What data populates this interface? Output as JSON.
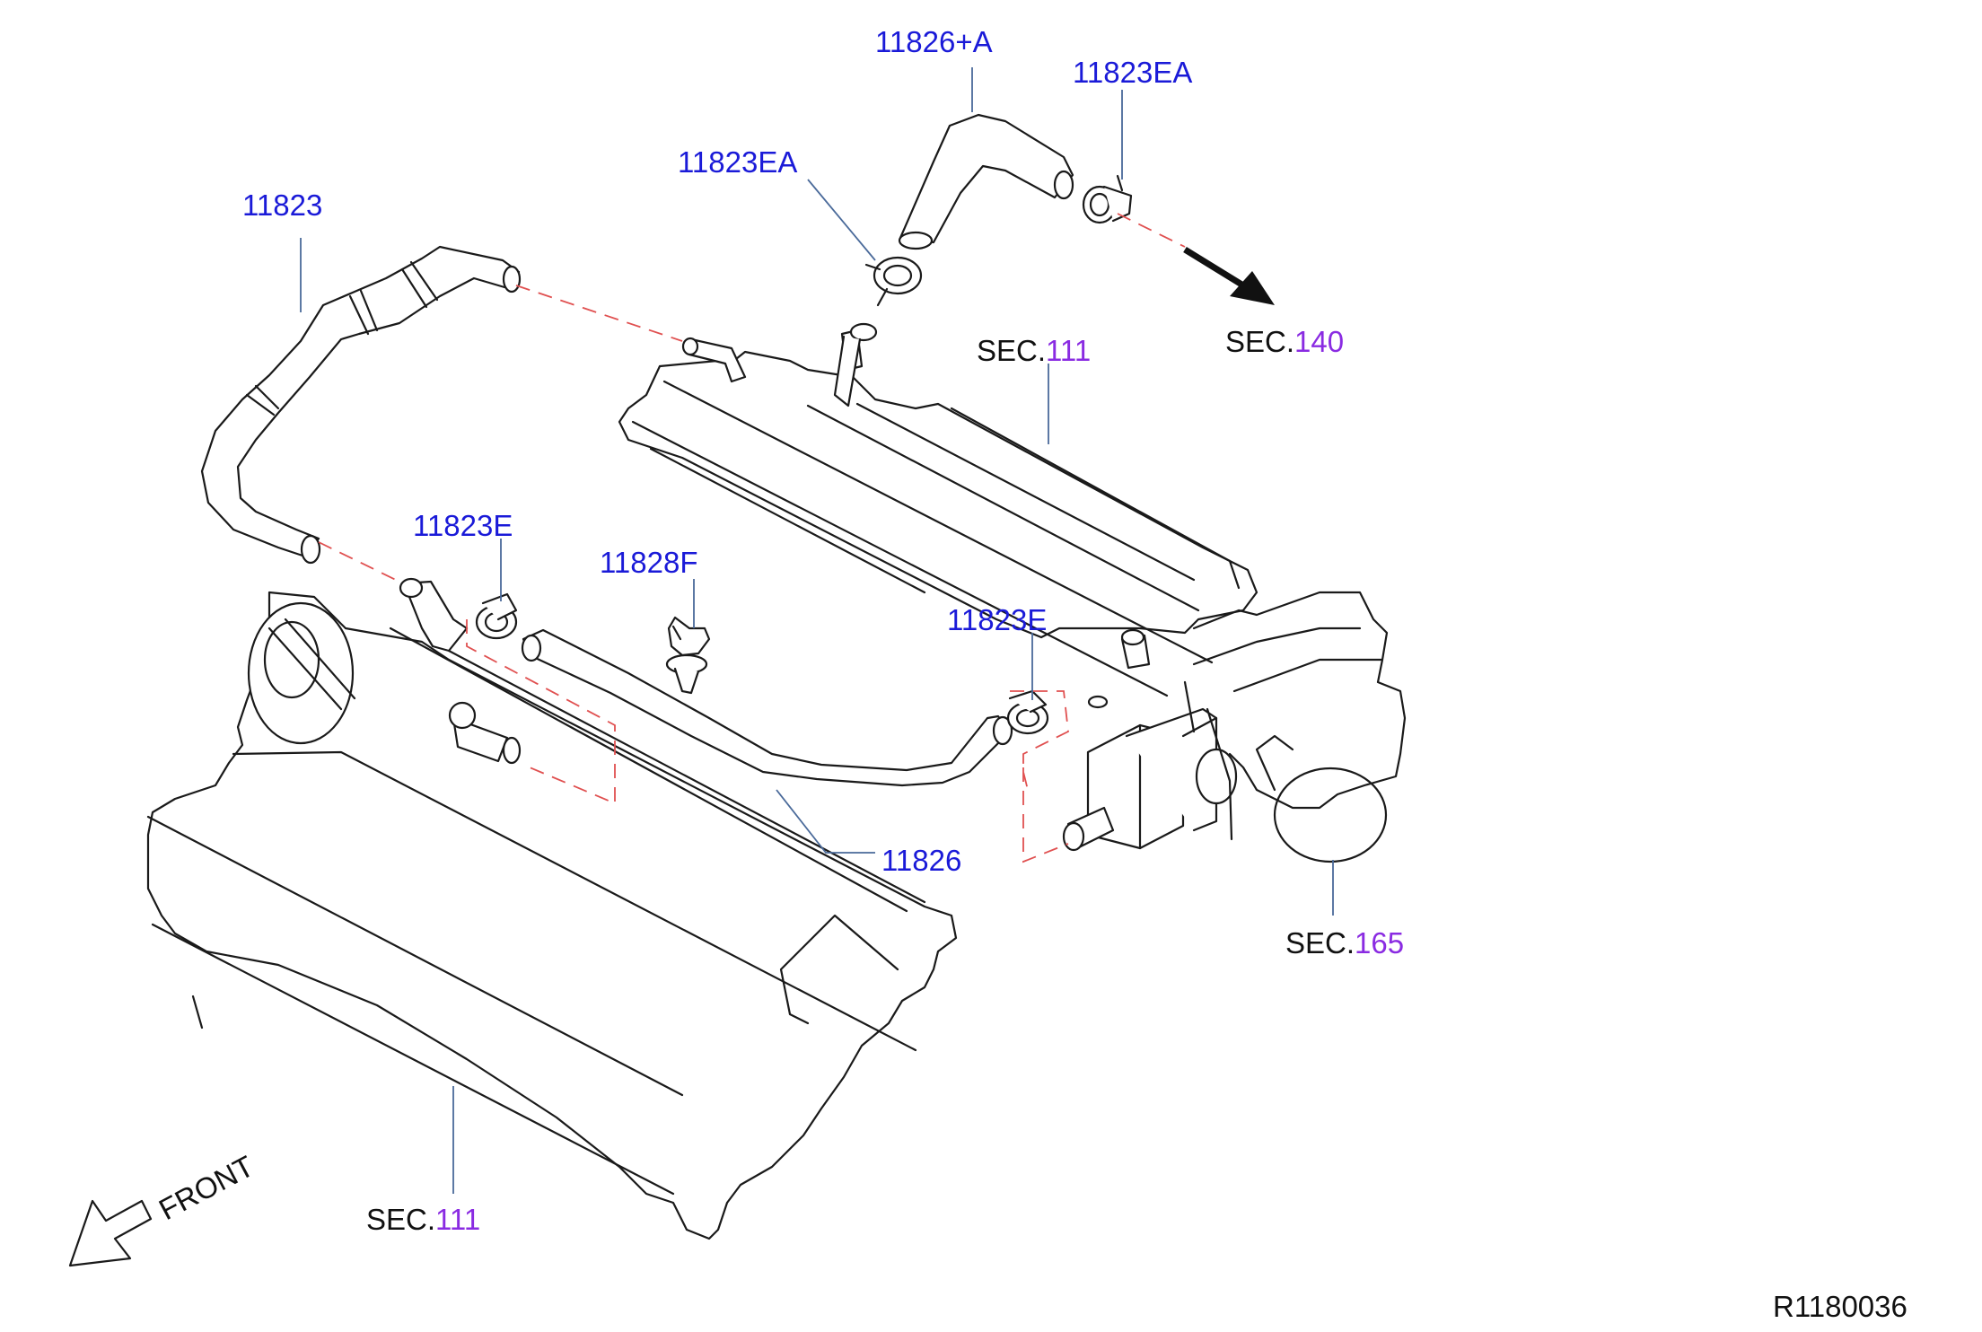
{
  "diagram_id": "R1180036",
  "front_label": "FRONT",
  "colors": {
    "part_number": "#1a1ad8",
    "section_prefix": "#111111",
    "section_number": "#8a2be2",
    "leader_line": "#4a6a9a",
    "dashed_connection": "#e05050",
    "outline": "#1a1a1a"
  },
  "part_labels": {
    "p1": "11826+A",
    "p2": "11823EA",
    "p3": "11823EA",
    "p4": "11823",
    "p5": "11823E",
    "p6": "11828F",
    "p7": "11823E",
    "p8": "11826"
  },
  "section_refs": {
    "s140": {
      "prefix": "SEC.",
      "number": "140"
    },
    "s111_top": {
      "prefix": "SEC.",
      "number": "111"
    },
    "s165": {
      "prefix": "SEC.",
      "number": "165"
    },
    "s111_bottom": {
      "prefix": "SEC.",
      "number": "111"
    }
  }
}
